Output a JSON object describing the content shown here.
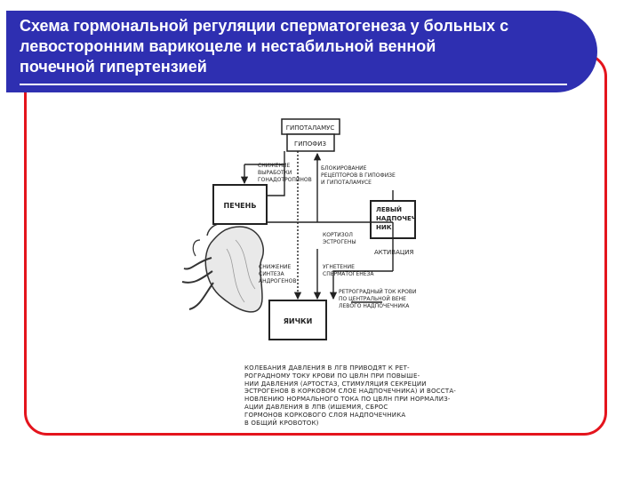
{
  "slide": {
    "title_lines": [
      "Схема гормональной регуляции сперматогенеза у больных с",
      "левосторонним варикоцеле и нестабильной венной",
      "почечной гипертензией"
    ]
  },
  "diagram": {
    "boxes": {
      "hypothalamus": "ГИПОТАЛАМУС",
      "pituitary": "ГИПОФИЗ",
      "liver": "ПЕЧЕНЬ",
      "left_adrenal": [
        "ЛЕВЫЙ",
        "НАДПОЧЕЧ",
        "НИК"
      ],
      "testes": "ЯИЧКИ"
    },
    "labels": {
      "reduced_gonadotropins": [
        "СНИЖЕНИЕ",
        "ВЫРАБОТКИ",
        "ГОНАДОТРОПИНОВ"
      ],
      "receptor_blocking": [
        "БЛОКИРОВАНИЕ",
        "РЕЦЕПТОРОВ В ГИПОФИЗЕ",
        "И ГИПОТАЛАМУСЕ"
      ],
      "cortisol_estrogens": [
        "КОРТИЗОЛ",
        "ЭСТРОГЕНЫ"
      ],
      "activation": "АКТИВАЦИЯ",
      "reduced_androgen_synthesis": [
        "СНИЖЕНИЕ",
        "СИНТЕЗА",
        "АНДРОГЕНОВ"
      ],
      "spermatogenesis_suppression": [
        "УГНЕТЕНИЕ",
        "СПЕРМАТОГЕНЕЗА"
      ],
      "retrograde_flow": [
        "РЕТРОГРАДНЫЙ ТОК КРОВИ",
        "ПО ЦЕНТРАЛЬНОЙ ВЕНЕ",
        "ЛЕВОГО НАДПОЧЕЧНИКА"
      ]
    },
    "caption_lines": [
      "КОЛЕБАНИЯ ДАВЛЕНИЯ В ЛГВ ПРИВОДЯТ К РЕТ-",
      "РОГРАДНОМУ ТОКУ КРОВИ ПО ЦВЛН ПРИ ПОВЫШЕ-",
      "НИИ ДАВЛЕНИЯ (АРТОСТАЗ, СТИМУЛЯЦИЯ СЕКРЕЦИИ",
      "ЭСТРОГЕНОВ В КОРКОВОМ СЛОЕ НАДПОЧЕЧНИКА) И ВОССТА-",
      "НОВЛЕНИЮ НОРМАЛЬНОГО ТОКА ПО ЦВЛН ПРИ НОРМАЛИЗ-",
      "АЦИИ ДАВЛЕНИЯ В ЛПВ (ИШЕМИЯ, СБРОС",
      "ГОРМОНОВ КОРКОВОГО СЛОЯ НАДПОЧЕЧНИКА",
      "В ОБЩИЙ КРОВОТОК)"
    ]
  }
}
